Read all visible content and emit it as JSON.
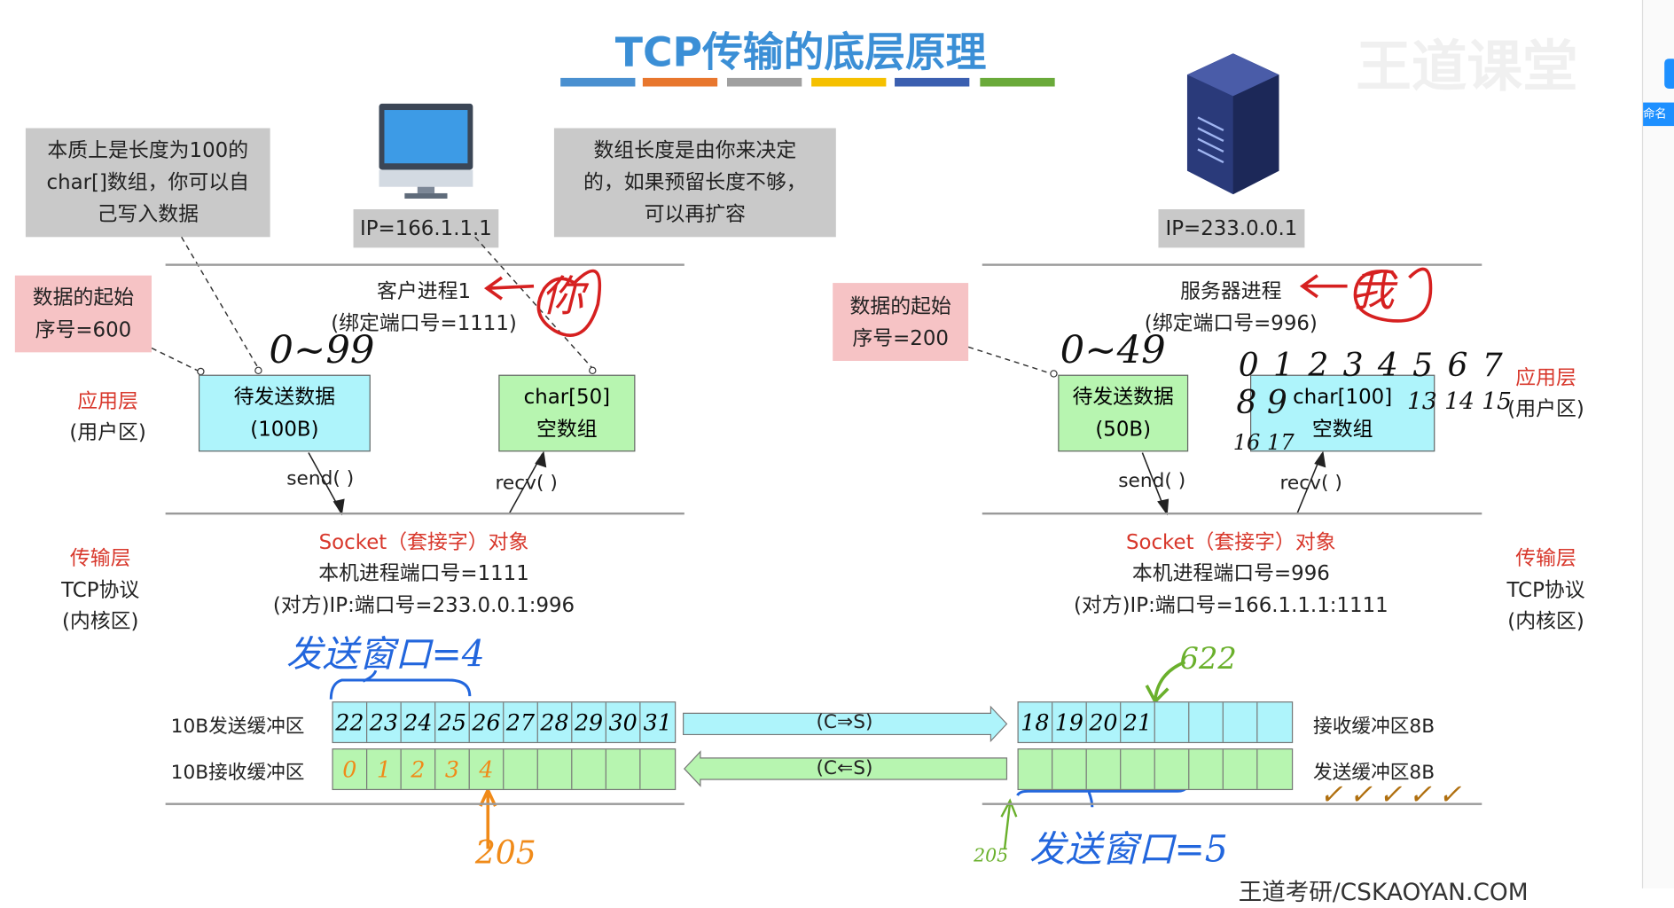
{
  "title": "TCP传输的底层原理",
  "colors": {
    "title": "#3b8fd6",
    "bars": [
      "#4a90d0",
      "#e8772e",
      "#a0a0a0",
      "#f5c000",
      "#3b5fb0",
      "#6aaa3a"
    ],
    "layer_label": "#d8382c",
    "send_buffer": "#aef4fb",
    "recv_buffer": "#b7f5b0",
    "note": "#c9c9c9",
    "seq_note": "#f6c3c5"
  },
  "watermark": "王道课堂",
  "client": {
    "note_left": [
      "本质上是长度为100的",
      "char[]数组，你可以自",
      "己写入数据"
    ],
    "note_right": [
      "数组长度是由你来决定",
      "的，如果预留长度不够，",
      "可以再扩容"
    ],
    "ip": "IP=166.1.1.1",
    "process": "客户进程1",
    "port": "(绑定端口号=1111)",
    "seq_note": [
      "数据的起始",
      "序号=600"
    ],
    "send_data": [
      "待发送数据",
      "(100B)"
    ],
    "recv_array": [
      "char[50]",
      "空数组"
    ],
    "send_call": "send( )",
    "recv_call": "recv( )",
    "socket": "Socket（套接字）对象",
    "local_port": "本机进程端口号=1111",
    "remote": "(对方)IP:端口号=233.0.0.1:996",
    "send_buffer_label": "10B发送缓冲区",
    "recv_buffer_label": "10B接收缓冲区",
    "send_buffer_cells": [
      "22",
      "23",
      "24",
      "25",
      "26",
      "27",
      "28",
      "29",
      "30",
      "31"
    ],
    "recv_buffer_cells": [
      "0",
      "1",
      "2",
      "3",
      "4",
      "",
      "",
      "",
      "",
      ""
    ]
  },
  "server": {
    "ip": "IP=233.0.0.1",
    "process": "服务器进程",
    "port": "(绑定端口号=996)",
    "seq_note": [
      "数据的起始",
      "序号=200"
    ],
    "send_data": [
      "待发送数据",
      "(50B)"
    ],
    "recv_array": [
      "char[100]",
      "空数组"
    ],
    "send_call": "send( )",
    "recv_call": "recv( )",
    "socket": "Socket（套接字）对象",
    "local_port": "本机进程端口号=996",
    "remote": "(对方)IP:端口号=166.1.1.1:1111",
    "recv_buffer_label": "接收缓冲区8B",
    "send_buffer_label": "发送缓冲区8B",
    "recv_buffer_cells": [
      "18",
      "19",
      "20",
      "21",
      "",
      "",
      "",
      ""
    ],
    "send_buffer_cells": [
      "",
      "",
      "",
      "",
      "",
      "",
      "",
      ""
    ]
  },
  "layers": {
    "app": "应用层",
    "app_sub": "(用户区)",
    "transport": "传输层",
    "transport_sub1": "TCP协议",
    "transport_sub2": "(内核区)"
  },
  "arrows": {
    "c_to_s": "(C⇒S)",
    "s_to_c": "(C⇐S)"
  },
  "annotations": {
    "you": "你",
    "me": "我",
    "client_range": "0~99",
    "server_range": "0~49",
    "server_indices": [
      "0 1 2 3 4 5 6 7",
      "8 9",
      "13 14 15",
      "16 17"
    ],
    "client_window": "发送窗口=4",
    "server_window": "发送窗口=5",
    "ack_client": "205",
    "ack_server_small": "205",
    "server_next": "622",
    "checks": "✓✓✓✓✓"
  },
  "footer": "王道考研/CSKAOYAN.COM",
  "sidebar": {
    "label": "命名"
  }
}
